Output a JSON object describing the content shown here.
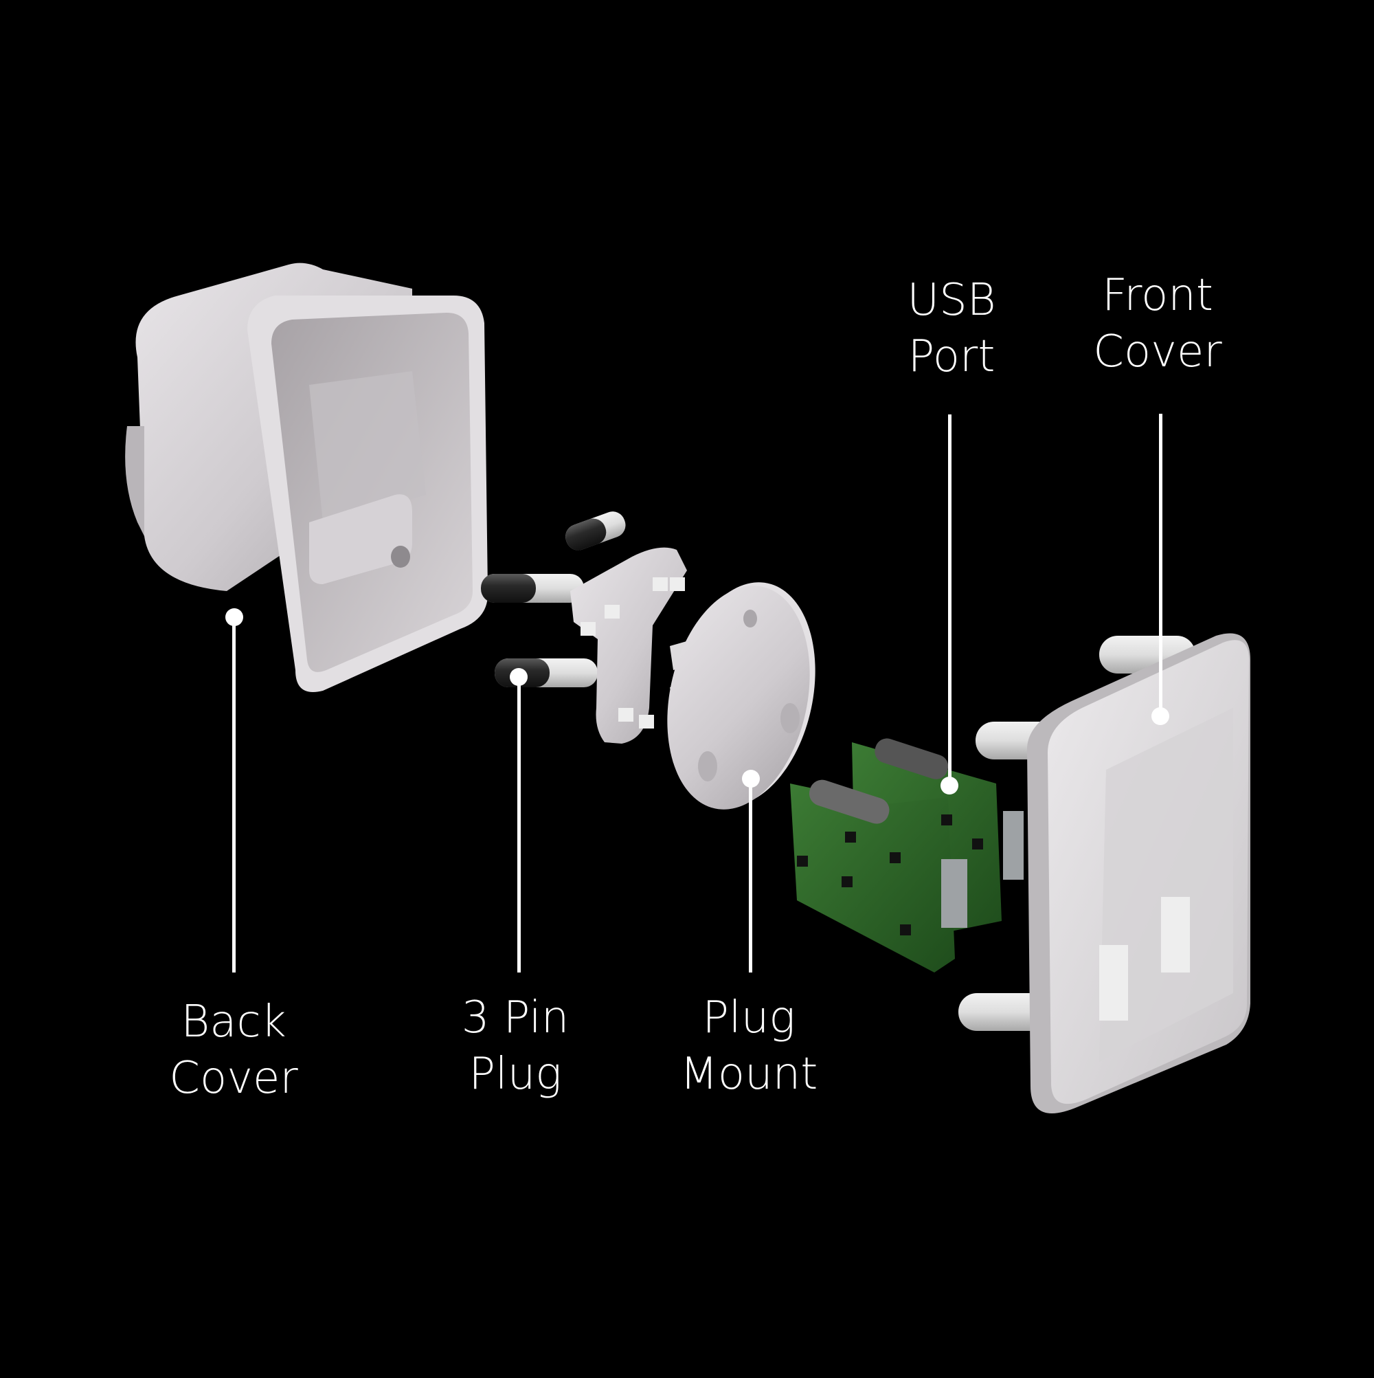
{
  "background": "#000000",
  "part_color": "#d8d6d8",
  "pcb_color": "#2f6a2a",
  "labels": {
    "back_cover": [
      "Back",
      "Cover"
    ],
    "pin_plug": [
      "3 Pin",
      "Plug"
    ],
    "plug_mount": [
      "Plug",
      "Mount"
    ],
    "usb_port": [
      "USB",
      "Port"
    ],
    "front_cover": [
      "Front",
      "Cover"
    ]
  }
}
